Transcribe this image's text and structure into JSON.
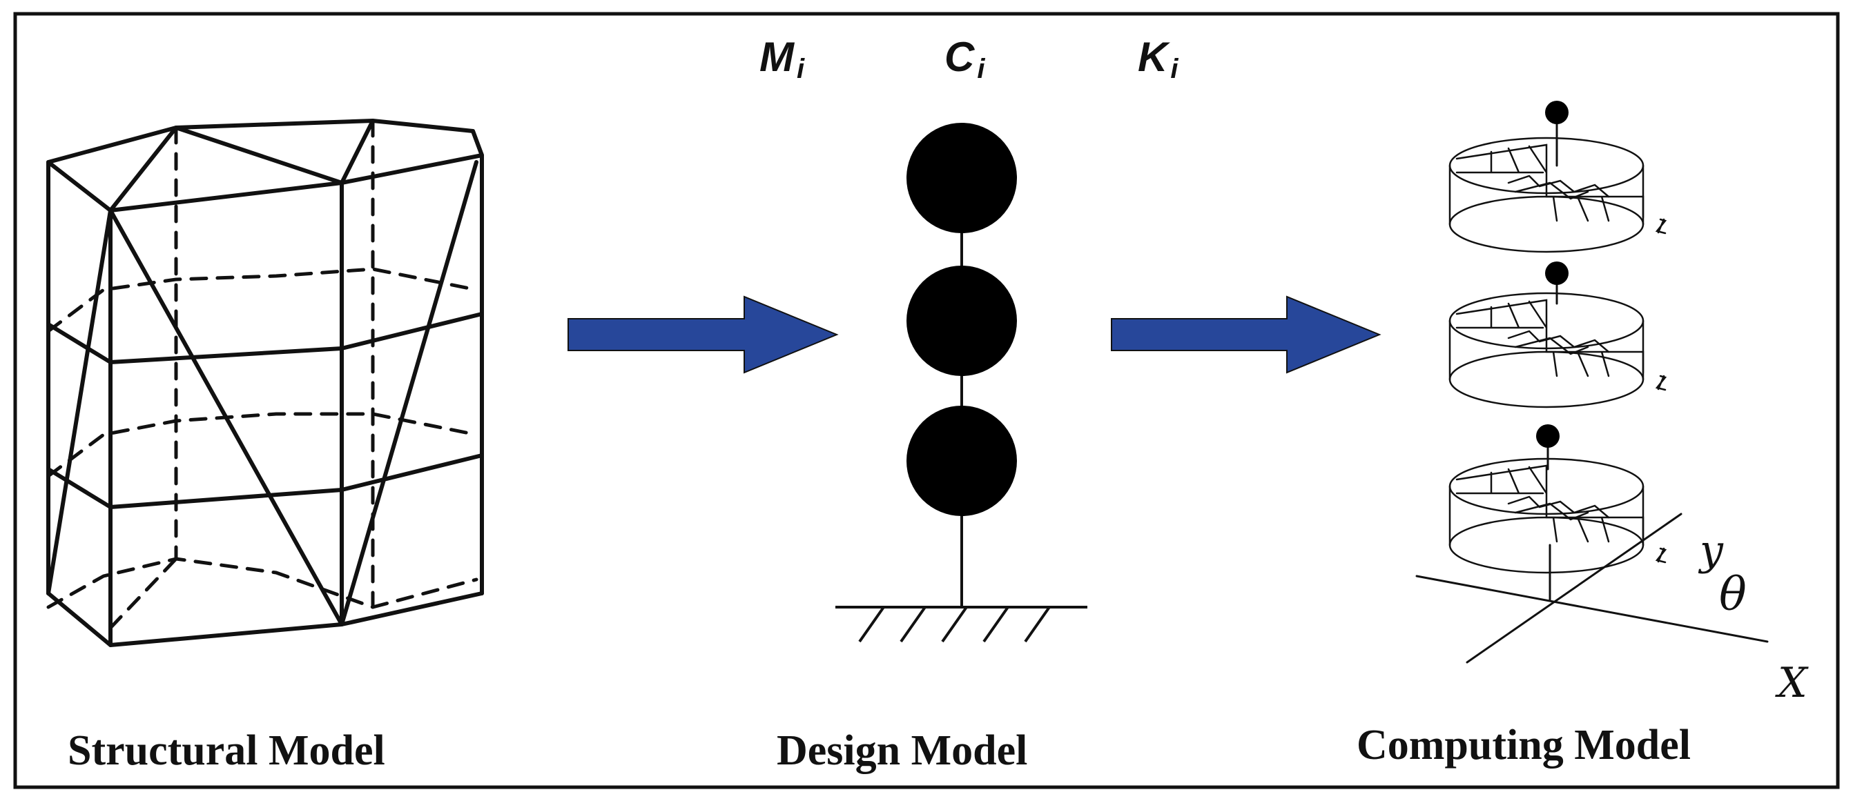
{
  "captions": {
    "structural": "Structural Model",
    "design": "Design Model",
    "computing": "Computing Model"
  },
  "params": {
    "mass": {
      "base": "M",
      "sub": "i"
    },
    "damping": {
      "base": "C",
      "sub": "i"
    },
    "stiffness": {
      "base": "K",
      "sub": "i"
    }
  },
  "axes": {
    "x": "X",
    "y": "y",
    "theta": "θ"
  },
  "colors": {
    "arrow": "#27479A",
    "ink": "#111111"
  }
}
